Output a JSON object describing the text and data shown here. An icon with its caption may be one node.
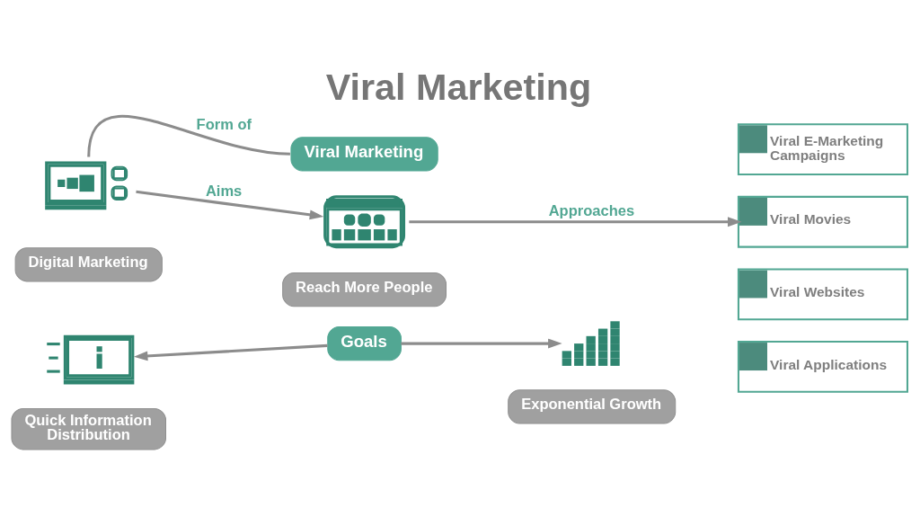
{
  "diagram": {
    "title": "Viral Marketing",
    "nodes": [
      {
        "text": [
          "Viral Marketing"
        ]
      },
      {
        "text": [],
        "shape": "picture"
      },
      {
        "text": [],
        "shape": "picture"
      },
      {
        "text": [
          "Viral E-Marketing Campaigns"
        ]
      },
      {
        "text": [
          "Viral Movies"
        ]
      },
      {
        "text": [
          "Viral Websites"
        ]
      },
      {
        "text": [
          "Viral Applications"
        ]
      },
      {
        "text": [
          "Digital Marketing"
        ]
      },
      {
        "text": [
          "Reach More People"
        ]
      },
      {
        "text": [
          "Goals"
        ]
      },
      {
        "text": [],
        "shape": "picture"
      },
      {
        "text": [],
        "shape": "picture"
      },
      {
        "text": [
          "Quick Information Distribution"
        ]
      },
      {
        "text": [
          "Exponential Growth"
        ]
      }
    ],
    "edges": [
      {
        "from": 1,
        "to": 0,
        "arrow": "none",
        "label": "Form of"
      },
      {
        "from": 1,
        "to": 2,
        "arrow": "to",
        "label": "Aims"
      },
      {
        "from": 2,
        "to": 4,
        "arrow": "to",
        "label": "Approaches"
      },
      {
        "from": 9,
        "to": 10,
        "arrow": "to"
      },
      {
        "from": 9,
        "to": 11,
        "arrow": "to"
      }
    ]
  }
}
